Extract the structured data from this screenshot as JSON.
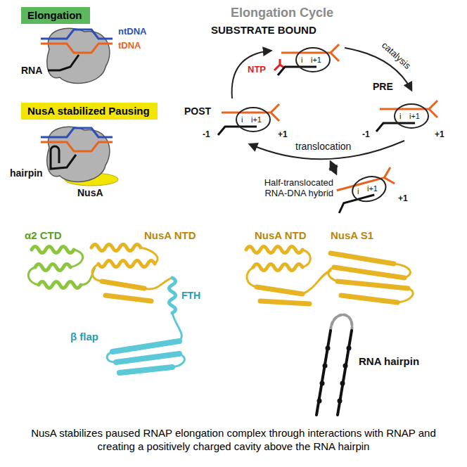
{
  "diagram": {
    "caption": "NusA stabilizes paused RNAP elongation complex through interactions with RNAP and creating a positively charged cavity above the RNA hairpin",
    "nodes": [
      {
        "text": [
          "Elongation"
        ]
      },
      {
        "text": [
          "NusA stabilized Pausing"
        ]
      }
    ],
    "edges": [],
    "labels": [
      "ntDNA",
      "tDNA",
      "RNA",
      "hairpin",
      "NusA",
      "Elongation Cycle",
      "SUBSTRATE BOUND",
      "NTP",
      "i",
      "i+1",
      "catalysis",
      "PRE",
      "i",
      "i+1",
      "+1",
      "-1",
      "translocation",
      "POST",
      "i",
      "i+1",
      "-1",
      "+1",
      "Half-translocated RNA-DNA hybrid",
      "i",
      "i+1",
      "+1",
      "α2 CTD",
      "NusA NTD",
      "β flap",
      "FTH",
      "NusA NTD",
      "NusA S1",
      "RNA hairpin"
    ]
  }
}
